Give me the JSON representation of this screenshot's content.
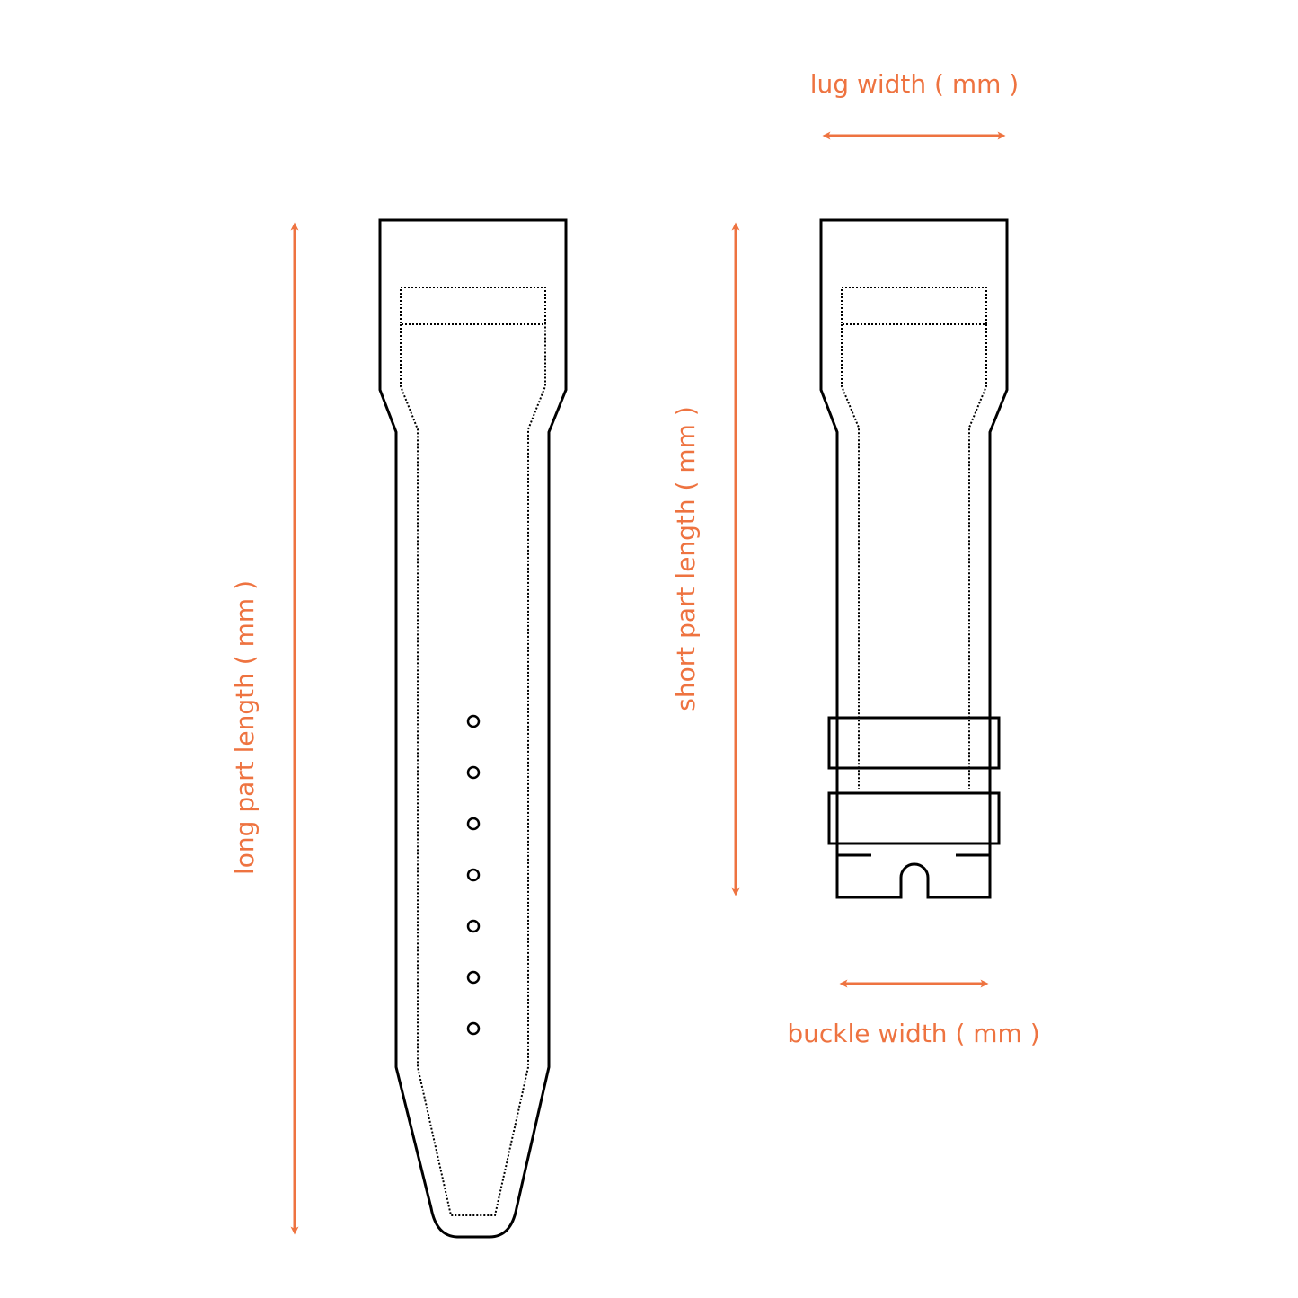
{
  "labels": {
    "lug_width": "lug width ( mm )",
    "buckle_width": "buckle width ( mm )",
    "long_part_length": "long part length ( mm )",
    "short_part_length": "short part length ( mm )"
  },
  "long_part": {
    "hole_count": 7
  },
  "colors": {
    "accent": "#EE7340",
    "line": "#000000",
    "background": "#ffffff"
  }
}
